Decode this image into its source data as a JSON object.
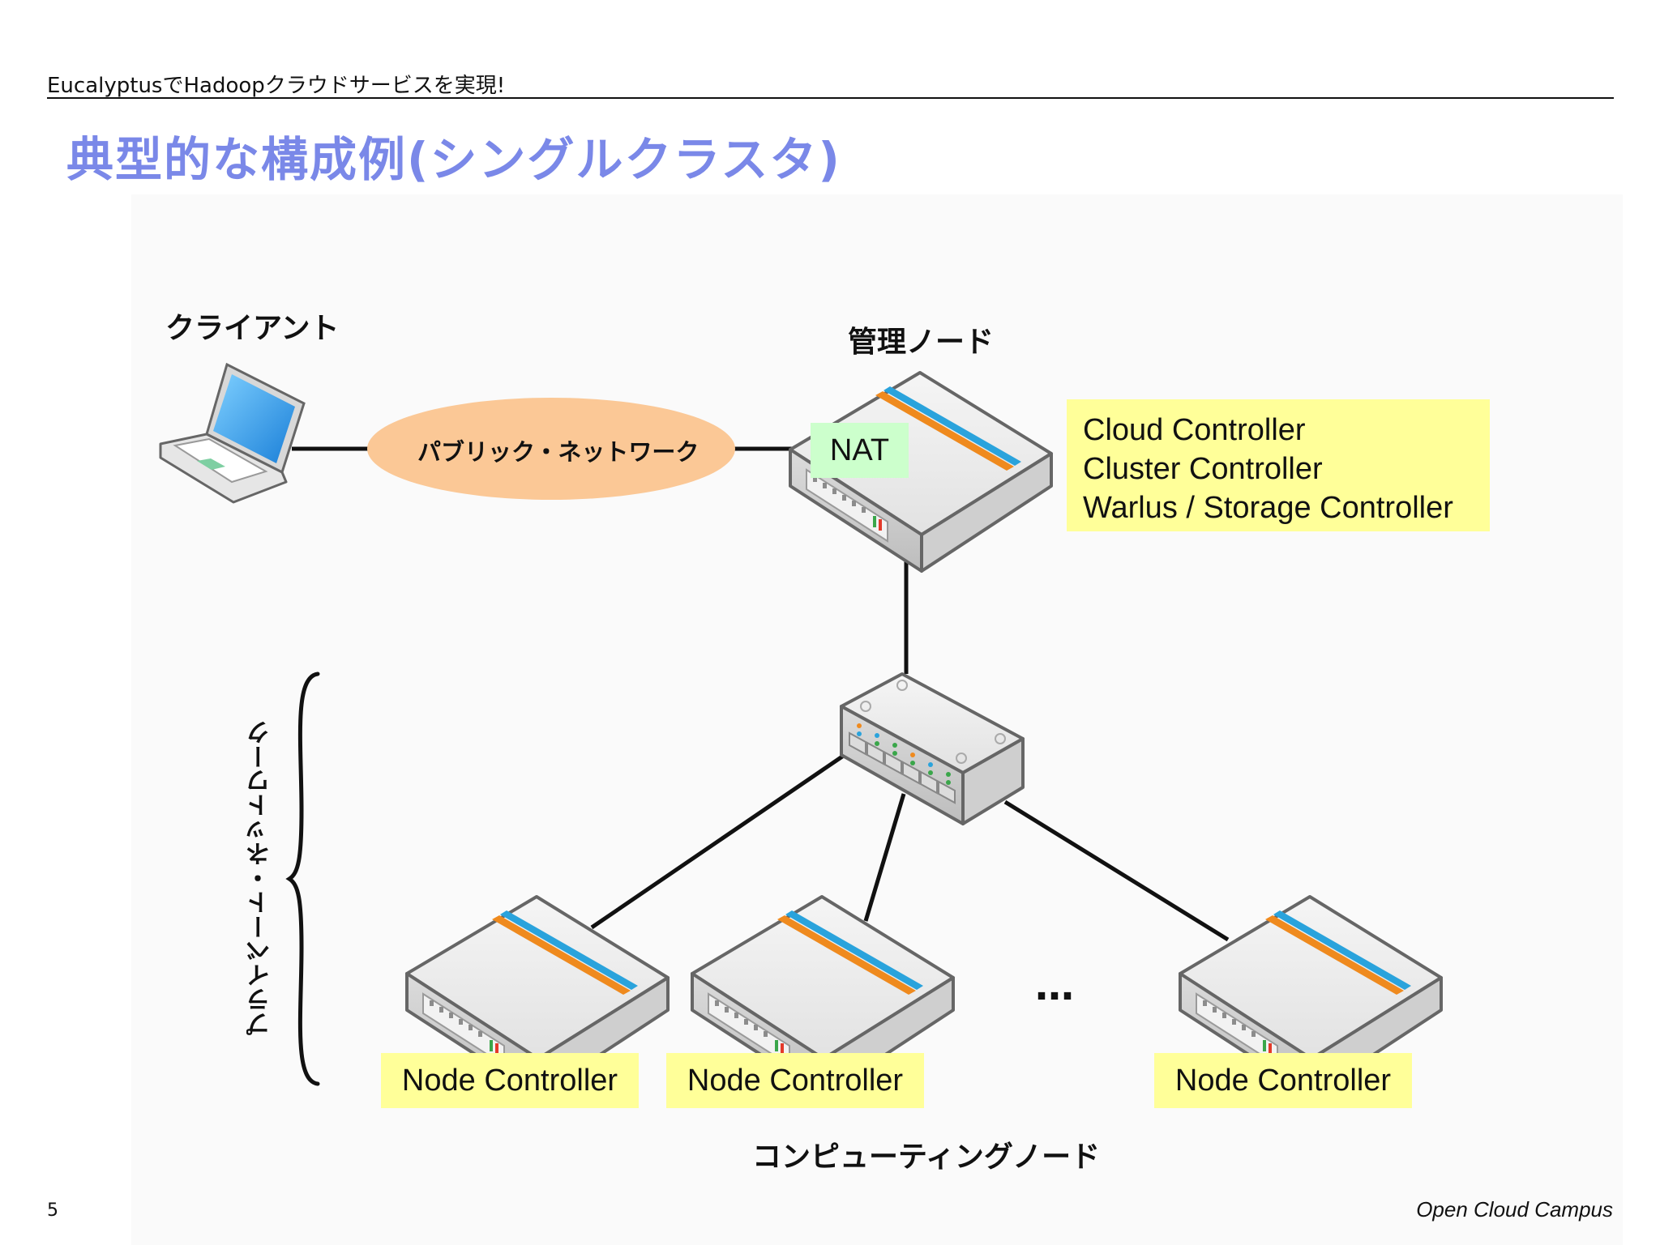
{
  "header": {
    "subtitle": "EucalyptusでHadoopクラウドサービスを実現!",
    "title": "典型的な構成例(シングルクラスタ)"
  },
  "diagram": {
    "client_label": "クライアント",
    "public_network_label": "パブリック・ネットワーク",
    "management_node_label": "管理ノード",
    "nat_label": "NAT",
    "controllers": [
      "Cloud Controller",
      "Cluster Controller",
      "Warlus / Storage Controller"
    ],
    "private_network_label": "プライベート・ネットワーク",
    "node_controllers": [
      "Node Controller",
      "Node Controller",
      "Node Controller"
    ],
    "ellipsis": "…",
    "computing_nodes_label": "コンピューティングノード"
  },
  "footer": {
    "page_number": "5",
    "brand": "Open Cloud Campus"
  },
  "colors": {
    "title": "#7a88e8",
    "public_network_ellipse": "#fbc896",
    "controller_highlight": "#ffff99",
    "nat_highlight": "#ccffcc"
  }
}
